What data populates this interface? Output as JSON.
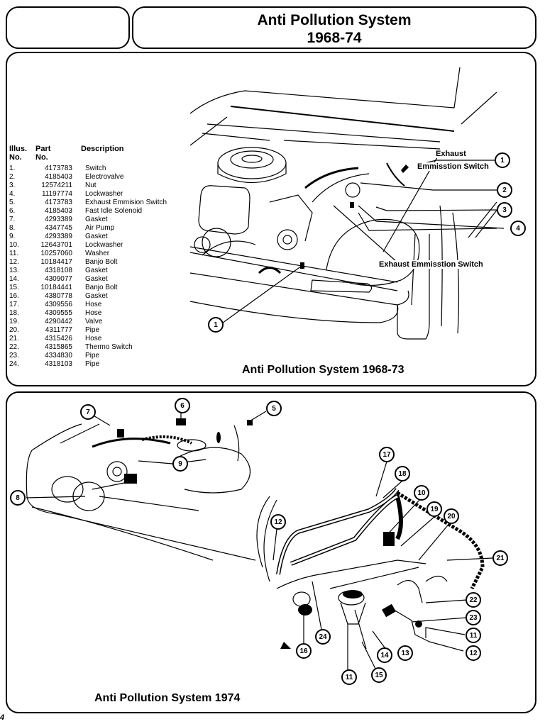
{
  "header": {
    "title_line1": "Anti Pollution System",
    "title_line2": "1968-74"
  },
  "parts_table": {
    "headers": {
      "illus": "Illus.",
      "illus2": "No.",
      "part": "Part",
      "part2": "No.",
      "description": "Description"
    },
    "rows": [
      {
        "no": "1.",
        "part": "4173783",
        "desc": "Switch"
      },
      {
        "no": "2.",
        "part": "4185403",
        "desc": "Electrovalve"
      },
      {
        "no": "3.",
        "part": "12574211",
        "desc": "Nut"
      },
      {
        "no": "4.",
        "part": "11197774",
        "desc": "Lockwasher"
      },
      {
        "no": "5.",
        "part": "4173783",
        "desc": "Exhaust Emmision Switch"
      },
      {
        "no": "6.",
        "part": "4185403",
        "desc": "Fast Idle Solenoid"
      },
      {
        "no": "7.",
        "part": "4293389",
        "desc": "Gasket"
      },
      {
        "no": "8.",
        "part": "4347745",
        "desc": "Air Pump"
      },
      {
        "no": "9.",
        "part": "4293389",
        "desc": "Gasket"
      },
      {
        "no": "10.",
        "part": "12643701",
        "desc": "Lockwasher"
      },
      {
        "no": "11.",
        "part": "10257060",
        "desc": "Washer"
      },
      {
        "no": "12.",
        "part": "10184417",
        "desc": "Banjo Bolt"
      },
      {
        "no": "13.",
        "part": "4318108",
        "desc": "Gasket"
      },
      {
        "no": "14.",
        "part": "4309077",
        "desc": "Gasket"
      },
      {
        "no": "15.",
        "part": "10184441",
        "desc": "Banjo Bolt"
      },
      {
        "no": "16.",
        "part": "4380778",
        "desc": "Gasket"
      },
      {
        "no": "17.",
        "part": "4309556",
        "desc": "Hose"
      },
      {
        "no": "18.",
        "part": "4309555",
        "desc": "Hose"
      },
      {
        "no": "19.",
        "part": "4290442",
        "desc": "Valve"
      },
      {
        "no": "20.",
        "part": "4311777",
        "desc": "Pipe"
      },
      {
        "no": "21.",
        "part": "4315426",
        "desc": "Hose"
      },
      {
        "no": "22.",
        "part": "4315865",
        "desc": "Thermo Switch"
      },
      {
        "no": "23.",
        "part": "4334830",
        "desc": "Pipe"
      },
      {
        "no": "24.",
        "part": "4318103",
        "desc": "Pipe"
      }
    ]
  },
  "top_diagram": {
    "caption": "Anti Pollution System 1968-73",
    "labels": {
      "exhaust": "Exhaust",
      "emmission_switch": "Emmisstion Switch",
      "exhaust_emmission_switch": "Exhaust Emmisstion Switch"
    },
    "callouts": [
      "1",
      "2",
      "3",
      "4",
      "1"
    ]
  },
  "bottom_diagram": {
    "caption": "Anti Pollution System 1974",
    "callouts": [
      "7",
      "6",
      "5",
      "9",
      "8",
      "17",
      "18",
      "10",
      "12",
      "19",
      "20",
      "21",
      "22",
      "23",
      "11",
      "12",
      "24",
      "16",
      "14",
      "13",
      "11",
      "15"
    ]
  },
  "page_number": "4"
}
